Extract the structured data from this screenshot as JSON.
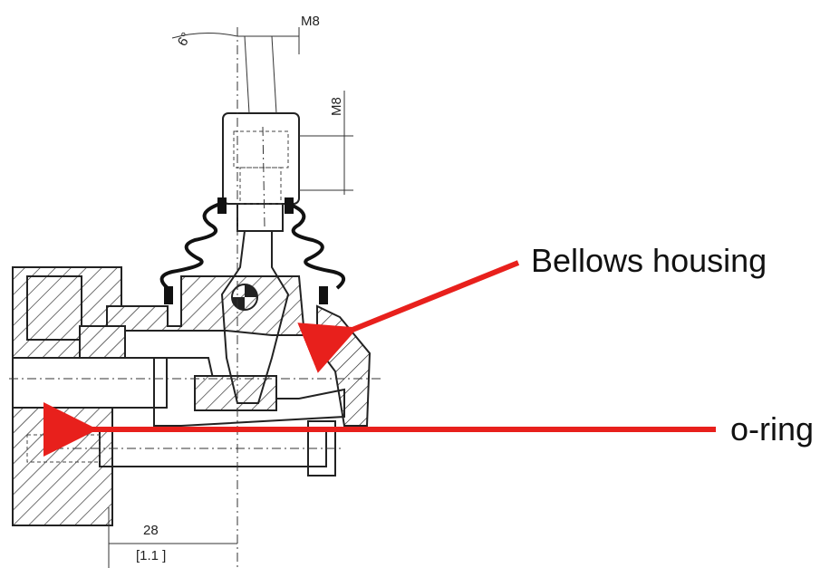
{
  "callouts": {
    "bellows_housing": "Bellows housing",
    "o_ring": "o-ring"
  },
  "dimensions": {
    "thread_top": "M8",
    "thread_side": "M8",
    "angle": "6°",
    "length_mm": "28",
    "length_in": "[1.1 ]"
  },
  "colors": {
    "arrow": "#e8201c",
    "drawing": "#222222",
    "background": "#ffffff"
  }
}
